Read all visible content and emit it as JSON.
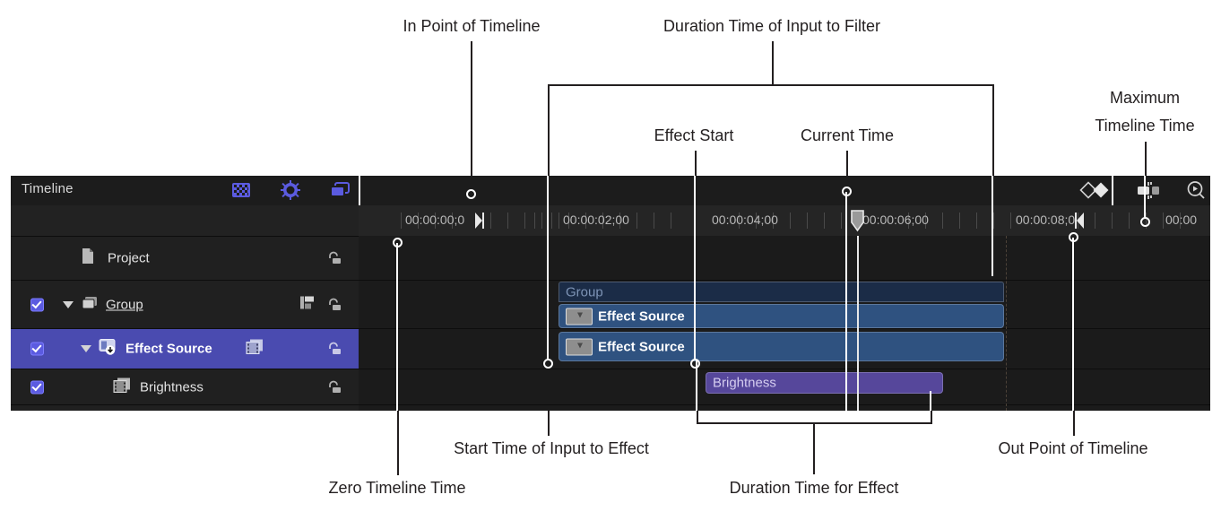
{
  "annotations": [
    {
      "id": "in-point",
      "text": "In Point of Timeline"
    },
    {
      "id": "duration-input-filter",
      "text": "Duration Time of Input to Filter"
    },
    {
      "id": "effect-start",
      "text": "Effect Start"
    },
    {
      "id": "current-time",
      "text": "Current Time"
    },
    {
      "id": "maximum-timeline-time",
      "line1": "Maximum",
      "line2": "Timeline Time"
    },
    {
      "id": "start-time-input-effect",
      "text": "Start Time of Input to Effect"
    },
    {
      "id": "out-point",
      "text": "Out Point of Timeline"
    },
    {
      "id": "zero-timeline-time",
      "text": "Zero Timeline Time"
    },
    {
      "id": "duration-for-effect",
      "text": "Duration Time for Effect"
    }
  ],
  "panel": {
    "header": {
      "title": "Timeline",
      "icons": [
        {
          "name": "checkerboard-icon"
        },
        {
          "name": "gear-icon"
        },
        {
          "name": "layers-icon"
        },
        {
          "name": "keyframe-icon"
        },
        {
          "name": "trim-clip-icon"
        },
        {
          "name": "zoom-play-icon"
        }
      ]
    },
    "layers": [
      {
        "name": "Project",
        "checkbox": false,
        "disclosure": false,
        "icon": "document-icon",
        "indent": 82,
        "underline": false,
        "bold": false,
        "extra_icon": null
      },
      {
        "name": "Group",
        "checkbox": true,
        "disclosure": true,
        "icon": "group-icon",
        "indent": 110,
        "underline": true,
        "bold": false,
        "extra_icon": "align-icon"
      },
      {
        "name": "Effect Source",
        "checkbox": true,
        "disclosure": true,
        "icon": "effect-source-icon",
        "indent": 128,
        "underline": false,
        "bold": true,
        "extra_icon": "filmstrip-icon"
      },
      {
        "name": "Brightness",
        "checkbox": true,
        "disclosure": false,
        "icon": "filmstrip-icon",
        "indent": 144,
        "underline": false,
        "bold": false,
        "extra_icon": null
      }
    ],
    "ruler": {
      "timecodes": [
        "00:00:00;0",
        "00:00:02;00",
        "00:00:04;00",
        "00:00:06;00",
        "00:00:08;0",
        "00:00"
      ],
      "in_point_marker": "in-point-marker",
      "out_point_marker": "out-point-marker",
      "playhead_marker": "playhead"
    },
    "clips": [
      {
        "label": "Group",
        "color": "#1b2c47",
        "text_color": "#7d93b5",
        "thumb": false
      },
      {
        "label": "Effect Source",
        "color": "#2f5280",
        "text_color": "#ffffff",
        "thumb": true
      },
      {
        "label": "Effect Source",
        "color": "#2f5280",
        "text_color": "#ffffff",
        "thumb": true
      },
      {
        "label": "Brightness",
        "color": "#56479b",
        "text_color": "#d5cdf0",
        "thumb": false
      }
    ]
  },
  "colors": {
    "accent": "#5b5be0",
    "selected_row": "#4a4bb0",
    "panel_bg": "#232323",
    "clip_blue": "#2f5280",
    "clip_purple": "#56479b",
    "group_navy": "#1b2c47"
  }
}
